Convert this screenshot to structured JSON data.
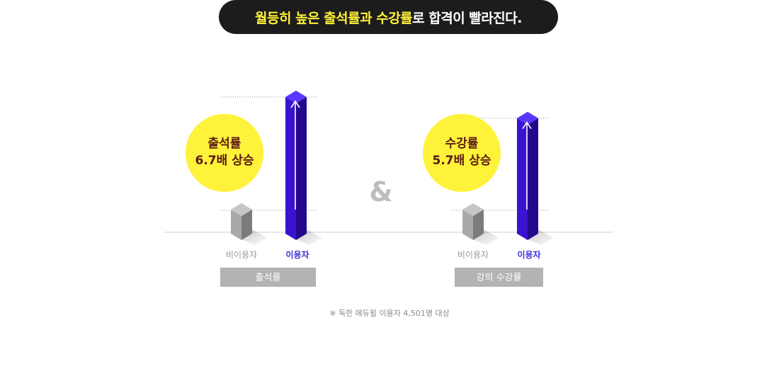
{
  "banner": {
    "highlight": "월등히 높은 출석률과 수강률",
    "rest": "로 합격이 빨라진다."
  },
  "colors": {
    "accent_bar": "#3a13d0",
    "badge": "#fff23a",
    "badge_text": "#5a1a14",
    "nonuser_bar": "#9a9a9a",
    "category_box": "#b3b3b3"
  },
  "connector": "&",
  "footnote": "※ 독한 에듀윌 이용자 4,501명 대상",
  "chart_data": [
    {
      "type": "bar",
      "categories": [
        "비이용자",
        "이용자"
      ],
      "values": [
        1,
        6.7
      ],
      "category_label": "출석률",
      "badge_title": "출석률",
      "badge_value": "6.7배 상승"
    },
    {
      "type": "bar",
      "categories": [
        "비이용자",
        "이용자"
      ],
      "values": [
        1,
        5.7
      ],
      "category_label": "강의 수강률",
      "badge_title": "수강률",
      "badge_value": "5.7배 상승"
    }
  ]
}
